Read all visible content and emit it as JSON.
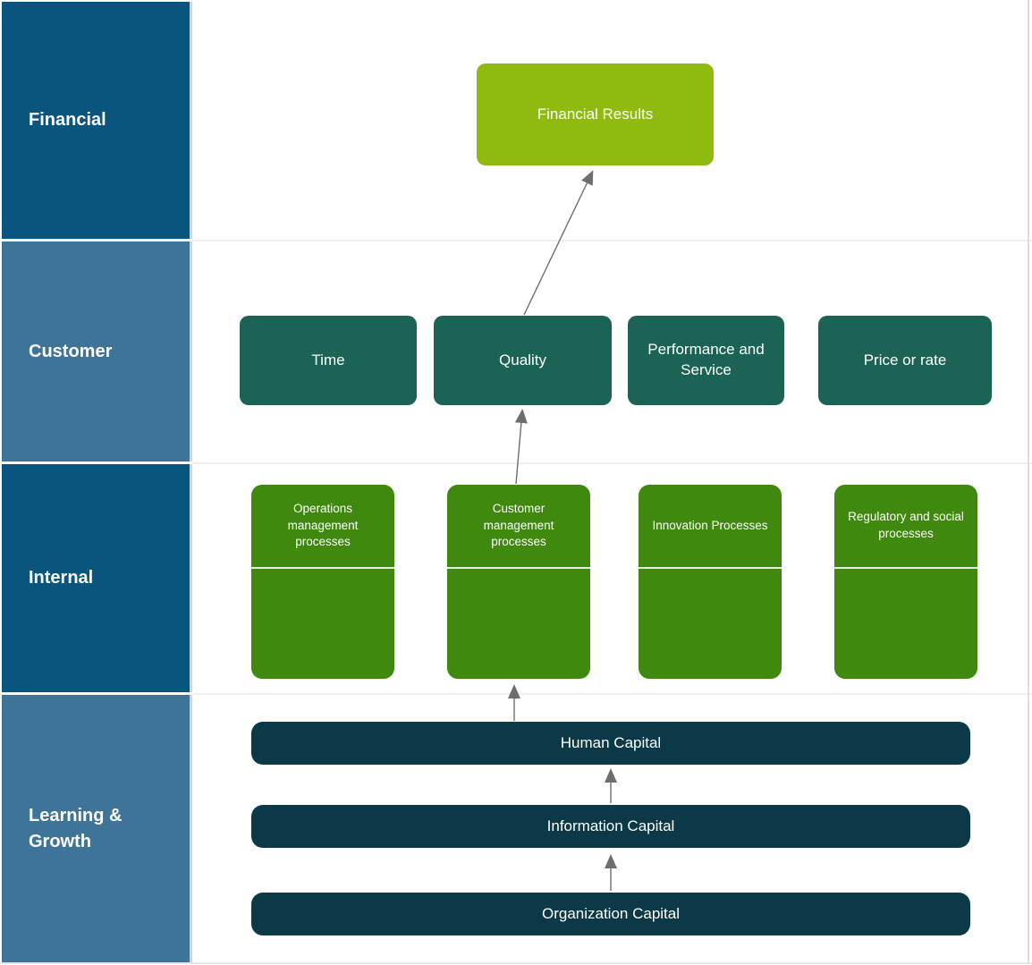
{
  "lanes": [
    {
      "label": "Financial"
    },
    {
      "label": "Customer"
    },
    {
      "label": "Internal"
    },
    {
      "label": "Learning & Growth"
    }
  ],
  "nodes": {
    "financial": {
      "result": "Financial Results"
    },
    "customer": [
      "Time",
      "Quality",
      "Performance and Service",
      "Price or rate"
    ],
    "internal": [
      "Operations management processes",
      "Customer management processes",
      "Innovation Processes",
      "Regulatory and social processes"
    ],
    "learning_growth": [
      "Human Capital",
      "Information Capital",
      "Organization Capital"
    ]
  },
  "connections": [
    {
      "from": "Organization Capital",
      "to": "Information Capital"
    },
    {
      "from": "Information Capital",
      "to": "Human Capital"
    },
    {
      "from": "Human Capital",
      "to": "Customer management processes"
    },
    {
      "from": "Customer management processes",
      "to": "Quality"
    },
    {
      "from": "Quality",
      "to": "Financial Results"
    }
  ],
  "colors": {
    "lane_dark_blue": "#09557E",
    "lane_steel_blue": "#3F7499",
    "financial_node_green": "#8FBA10",
    "customer_node_teal": "#1B6355",
    "internal_node_green": "#3F890F",
    "capital_bar_navy": "#0C3947",
    "arrow_gray": "#6E6E6E"
  }
}
